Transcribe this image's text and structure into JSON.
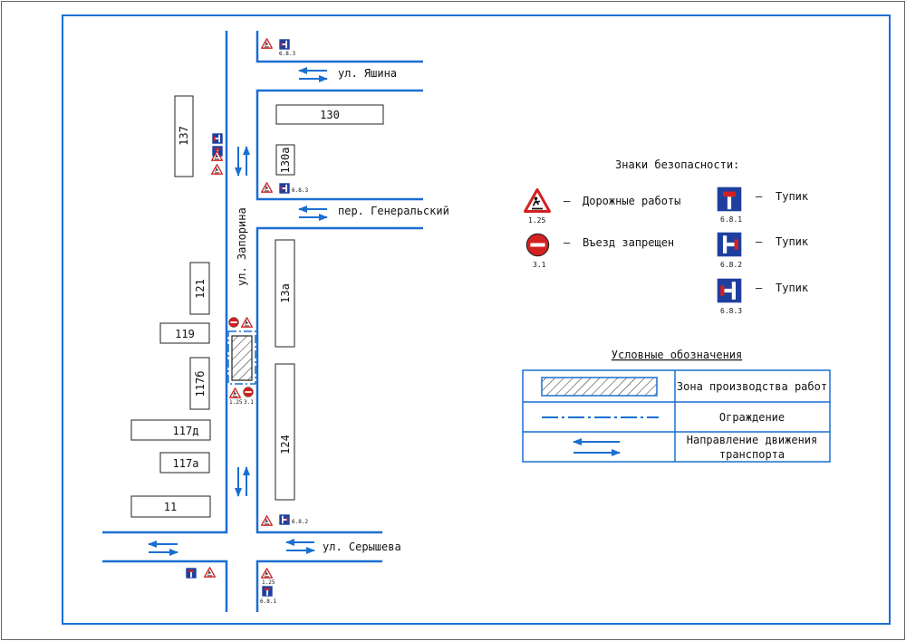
{
  "streets": {
    "yashina": "ул. Яшина",
    "generalsky": "пер. Генеральский",
    "zaporina": "ул. Запорина",
    "serysheva": "ул. Серышева"
  },
  "buildings": {
    "b137": "137",
    "b130": "130",
    "b130a": "130а",
    "b121": "121",
    "b13a": "13а",
    "b119": "119",
    "b117b": "117б",
    "b117d": "117д",
    "b124": "124",
    "b117a": "117а",
    "b11": "11"
  },
  "sign_codes": {
    "s125": "1.25",
    "s31": "3.1",
    "s681": "6.8.1",
    "s682": "6.8.2",
    "s683": "6.8.3"
  },
  "signs_legend": {
    "title": "Знаки безопасности:",
    "items": [
      {
        "code": "1.25",
        "dash": "–",
        "text": "Дорожные работы"
      },
      {
        "code": "3.1",
        "dash": "–",
        "text": "Въезд запрещен"
      },
      {
        "code": "6.8.1",
        "dash": "–",
        "text": "Тупик"
      },
      {
        "code": "6.8.2",
        "dash": "–",
        "text": "Тупик"
      },
      {
        "code": "6.8.3",
        "dash": "–",
        "text": "Тупик"
      }
    ]
  },
  "conventions": {
    "title": "Условные обозначения",
    "rows": [
      {
        "text": "Зона производства работ"
      },
      {
        "text": "Ограждение"
      },
      {
        "text1": "Направление движения",
        "text2": "транспорта"
      }
    ]
  },
  "colors": {
    "road": "#1a6fd1",
    "sign_blue": "#1f3f9e",
    "sign_red": "#d42020"
  },
  "icons": [
    "road-works-sign-icon",
    "no-entry-sign-icon",
    "dead-end-sign-icon"
  ]
}
